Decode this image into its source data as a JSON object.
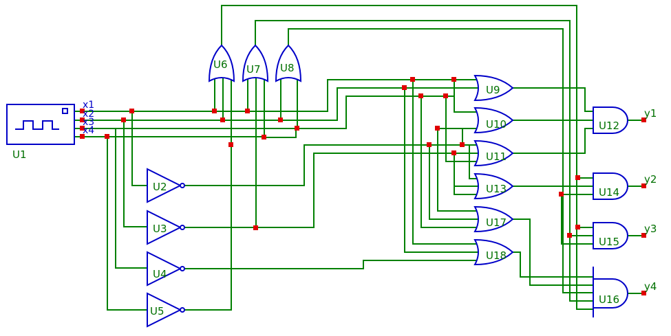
{
  "source": {
    "ref": "U1",
    "outputs": [
      "x1",
      "x2",
      "x3",
      "x4"
    ]
  },
  "inverters": [
    "U2",
    "U3",
    "U4",
    "U5"
  ],
  "or_gates": [
    "U6",
    "U7",
    "U8",
    "U9",
    "U10",
    "U11",
    "U13",
    "U17",
    "U18"
  ],
  "and_gates": [
    "U12",
    "U14",
    "U15",
    "U16"
  ],
  "outputs": [
    "y1",
    "y2",
    "y3",
    "y4"
  ],
  "colors": {
    "wire": "#008000",
    "gate": "#0000c8",
    "junction": "#e00000",
    "label": "#007000"
  }
}
